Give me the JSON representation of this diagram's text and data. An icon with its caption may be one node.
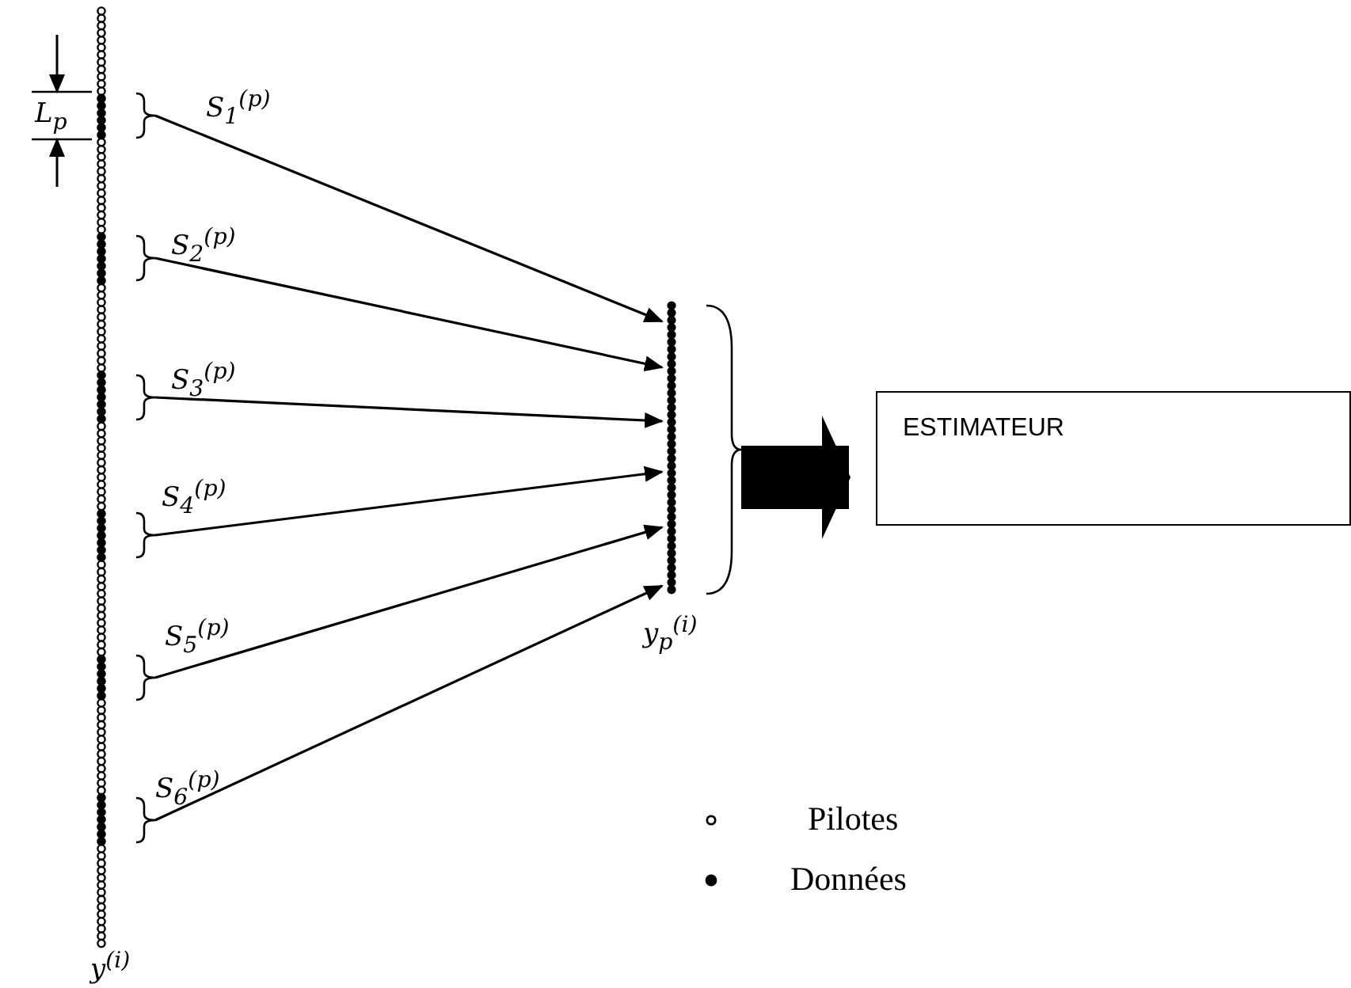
{
  "diagram": {
    "nodes": [
      {
        "text": [],
        "shape": "bar",
        "beside": [
          "y$^{(i)}$"
        ]
      },
      {
        "text": [],
        "shape": "brace",
        "beside": [
          "S$_{1}$$^{(p)}$"
        ]
      },
      {
        "text": [],
        "shape": "brace",
        "beside": [
          "S$_{2}$$^{(p)}$"
        ]
      },
      {
        "text": [],
        "shape": "brace",
        "beside": [
          "S$_{3}$$^{(p)}$"
        ]
      },
      {
        "text": [],
        "shape": "brace",
        "beside": [
          "S$_{4}$$^{(p)}$"
        ]
      },
      {
        "text": [],
        "shape": "brace",
        "beside": [
          "S$_{5}$$^{(p)}$"
        ]
      },
      {
        "text": [],
        "shape": "brace",
        "beside": [
          "S$_{6}$$^{(p)}$"
        ]
      },
      {
        "text": [],
        "shape": "bar",
        "beside": [
          "y$_{p}$$^{(i)}$"
        ]
      },
      {
        "text": [
          "ESTIMATEUR"
        ]
      }
    ],
    "edges": [
      {
        "from": 1,
        "to": 7,
        "arrow": "to"
      },
      {
        "from": 2,
        "to": 7,
        "arrow": "to"
      },
      {
        "from": 3,
        "to": 7,
        "arrow": "to"
      },
      {
        "from": 4,
        "to": 7,
        "arrow": "to"
      },
      {
        "from": 5,
        "to": 7,
        "arrow": "to"
      },
      {
        "from": 6,
        "to": 7,
        "arrow": "to"
      },
      {
        "from": 7,
        "to": 8,
        "arrow": "to",
        "style": "thick"
      }
    ],
    "labels": [
      "L$_{p}$"
    ],
    "legend": [
      {
        "text": "Pilotes"
      },
      {
        "text": "Données"
      }
    ]
  }
}
